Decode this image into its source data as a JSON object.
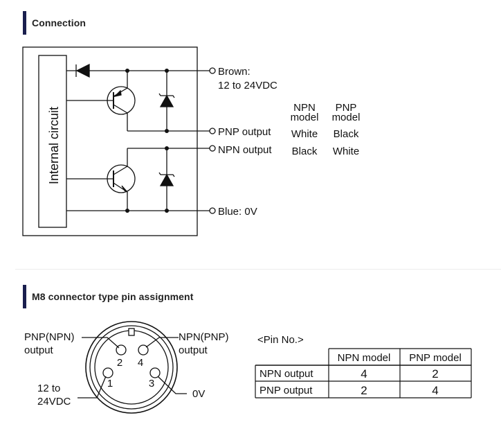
{
  "connection": {
    "title": "Connection",
    "internal_label": "Internal circuit",
    "brown_label_1": "Brown:",
    "brown_label_2": "12 to 24VDC",
    "pnp_output": "PNP output",
    "npn_output": "NPN output",
    "blue_label": "Blue: 0V",
    "npn_model_1": "NPN",
    "npn_model_2": "model",
    "pnp_model_1": "PNP",
    "pnp_model_2": "model",
    "pnp_out_npn_model": "White",
    "pnp_out_pnp_model": "Black",
    "npn_out_npn_model": "Black",
    "npn_out_pnp_model": "White"
  },
  "m8": {
    "title": "M8 connector type pin assignment",
    "label_tl_1": "PNP(NPN)",
    "label_tl_2": "output",
    "label_tr_1": "NPN(PNP)",
    "label_tr_2": "output",
    "label_bl_1": "12 to",
    "label_bl_2": "24VDC",
    "label_br": "0V",
    "pin1": "1",
    "pin2": "2",
    "pin3": "3",
    "pin4": "4"
  },
  "pin_table": {
    "caption": "<Pin No.>",
    "headers": [
      "",
      "NPN model",
      "PNP model"
    ],
    "rows": [
      [
        "NPN output",
        "4",
        "2"
      ],
      [
        "PNP output",
        "2",
        "4"
      ]
    ]
  }
}
